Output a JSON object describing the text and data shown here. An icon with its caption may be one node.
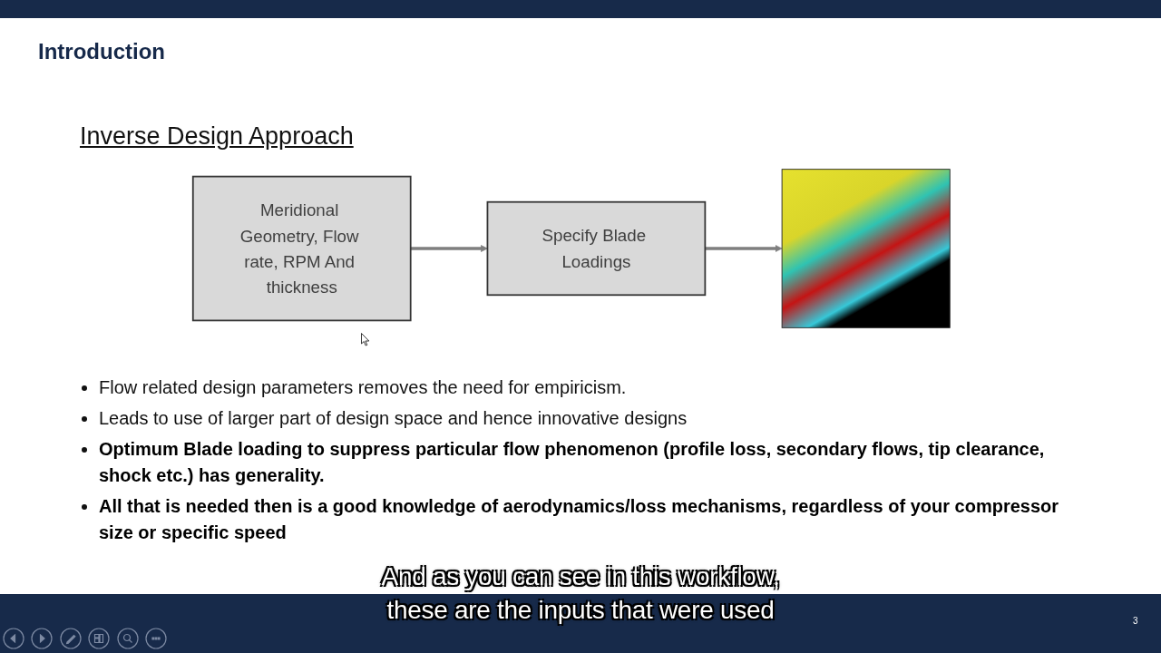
{
  "diagram": {
    "title": "Introduction",
    "nodes": [
      {
        "text": [
          "Meridional Geometry, Flow rate, RPM And thickness"
        ]
      },
      {
        "text": [
          "Specify Blade Loadings"
        ]
      },
      {
        "text": [],
        "shape": "picture"
      }
    ],
    "edges": [
      {
        "from": 0,
        "to": 1,
        "arrow": "to"
      },
      {
        "from": 1,
        "to": 2,
        "arrow": "to"
      }
    ],
    "labels": [
      "Inverse Design Approach",
      "Flow related design parameters removes the need for empiricism.",
      "Leads to use of larger part of design space and hence innovative designs",
      "Optimum Blade loading to suppress particular flow phenomenon (profile loss, secondary flows, tip clearance, shock etc.) has generality.",
      "All that is needed then is a good knowledge of aerodynamics/loss mechanisms, regardless of your compressor size or specific speed",
      "And as you can see in this workflow, these are the inputs that were used",
      "3"
    ]
  }
}
